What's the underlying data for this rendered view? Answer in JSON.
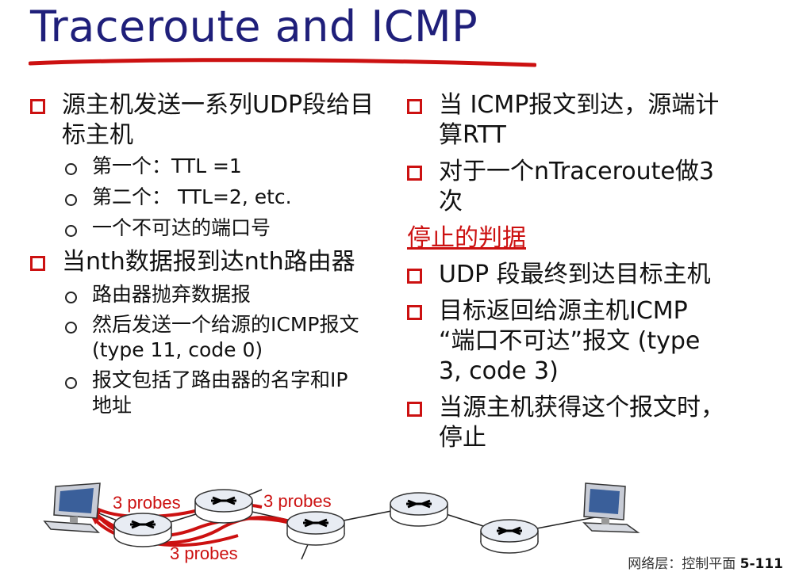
{
  "slide": {
    "title": "Traceroute and ICMP",
    "left_bullets": [
      {
        "text": "源主机发送一系列UDP段给目标主机",
        "subs": [
          "第一个：TTL =1",
          "第二个： TTL=2, etc.",
          "一个不可达的端口号"
        ]
      },
      {
        "text": "当nth数据报到达nth路由器",
        "subs": [
          "路由器抛弃数据报",
          "然后发送一个给源的ICMP报文 (type 11, code 0)",
          "报文包括了路由器的名字和IP地址"
        ]
      }
    ],
    "right_bullets_top": [
      "当 ICMP报文到达，源端计算RTT",
      "对于一个nTraceroute做3次"
    ],
    "stop_heading": "停止的判据",
    "right_bullets_bottom": [
      "UDP 段最终到达目标主机",
      "目标返回给源主机ICMP “端口不可达”报文 (type 3, code 3)",
      "当源主机获得这个报文时，停止"
    ],
    "probe_labels": [
      "3 probes",
      "3 probes",
      "3 probes"
    ],
    "footer_text": "网络层：控制平面",
    "page_number": "5-111"
  },
  "colors": {
    "title": "#1f1f7a",
    "bullet": "#cc1111",
    "probe": "#cc1111"
  },
  "icons": [
    "computer-icon",
    "router-icon"
  ]
}
